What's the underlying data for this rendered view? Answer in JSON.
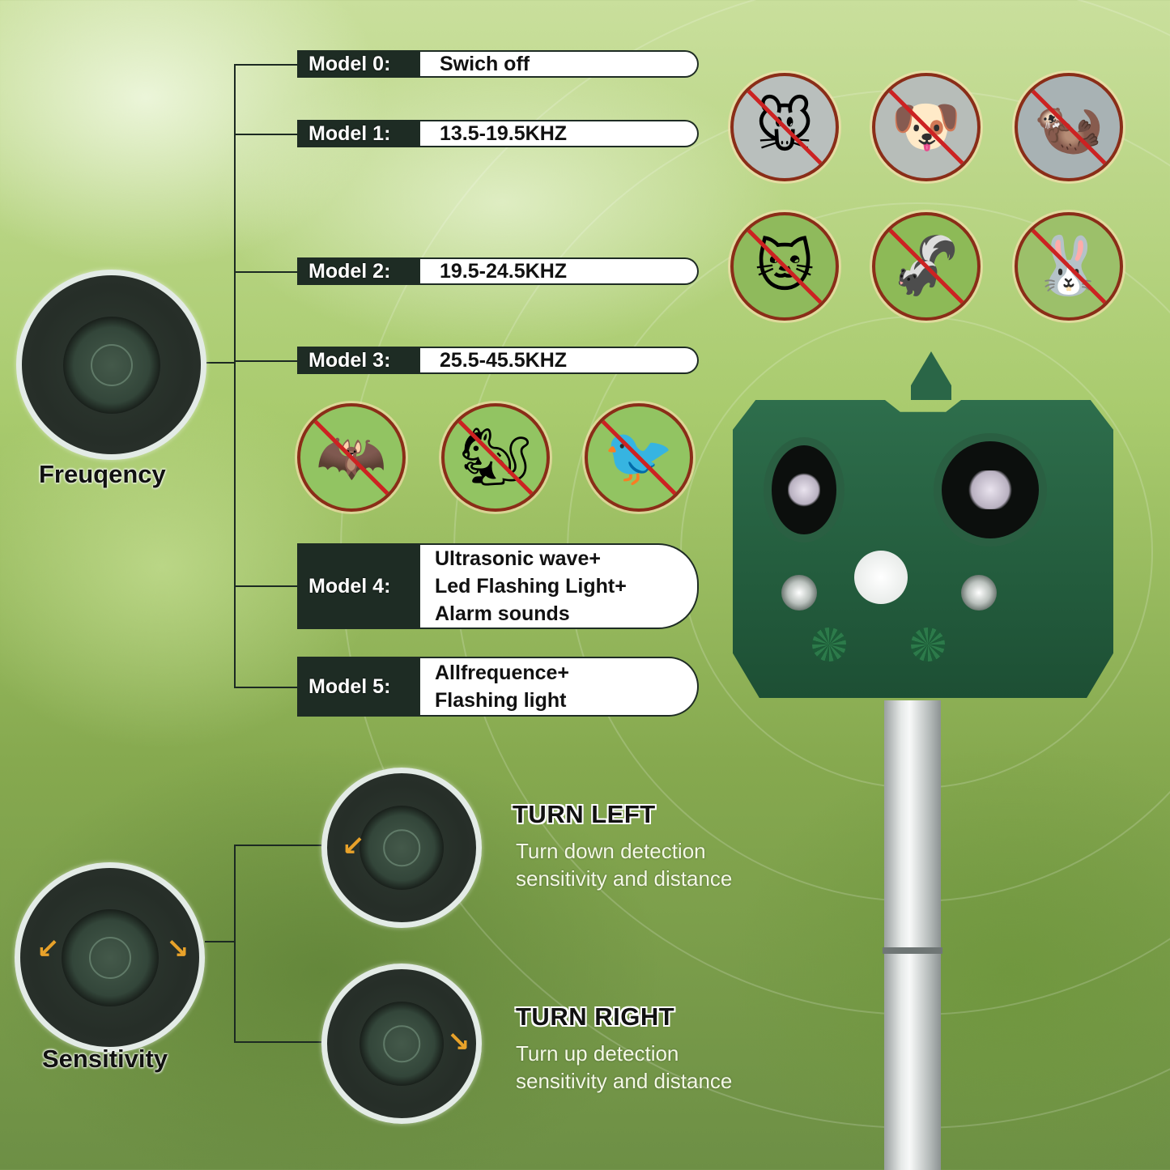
{
  "modes": [
    {
      "label": "Model 0:",
      "lines": [
        "Swich off"
      ]
    },
    {
      "label": "Model 1:",
      "lines": [
        "13.5-19.5KHZ"
      ]
    },
    {
      "label": "Model 2:",
      "lines": [
        "19.5-24.5KHZ"
      ]
    },
    {
      "label": "Model 3:",
      "lines": [
        "25.5-45.5KHZ"
      ]
    },
    {
      "label": "Model 4:",
      "lines": [
        "Ultrasonic wave+",
        "Led Flashing Light+",
        "Alarm sounds"
      ]
    },
    {
      "label": "Model 5:",
      "lines": [
        "Allfrequence+",
        "Flashing light"
      ]
    }
  ],
  "frequency_knob": {
    "caption": "Freuqency"
  },
  "sensitivity_knob": {
    "caption": "Sensitivity"
  },
  "turn_left": {
    "title": "TURN LEFT",
    "desc_line1": "Turn down detection",
    "desc_line2": "sensitivity and distance"
  },
  "turn_right": {
    "title": "TURN RIGHT",
    "desc_line1": "Turn up detection",
    "desc_line2": "sensitivity and distance"
  },
  "banned_animals_top": [
    {
      "name": "mouse",
      "glyph": "🐭"
    },
    {
      "name": "dog",
      "glyph": "🐶"
    },
    {
      "name": "marten",
      "glyph": "🦦"
    },
    {
      "name": "cat",
      "glyph": "🐱"
    },
    {
      "name": "skunk",
      "glyph": "🦨"
    },
    {
      "name": "rabbit",
      "glyph": "🐰"
    }
  ],
  "banned_animals_mid": [
    {
      "name": "bat",
      "glyph": "🦇"
    },
    {
      "name": "squirrel",
      "glyph": "🐿"
    },
    {
      "name": "bird",
      "glyph": "🐦"
    }
  ],
  "colors": {
    "label_bg": "#1e2c24",
    "device_green": "#235c3d",
    "ban_red": "#cc2222",
    "arrow_orange": "#e8a22a"
  }
}
